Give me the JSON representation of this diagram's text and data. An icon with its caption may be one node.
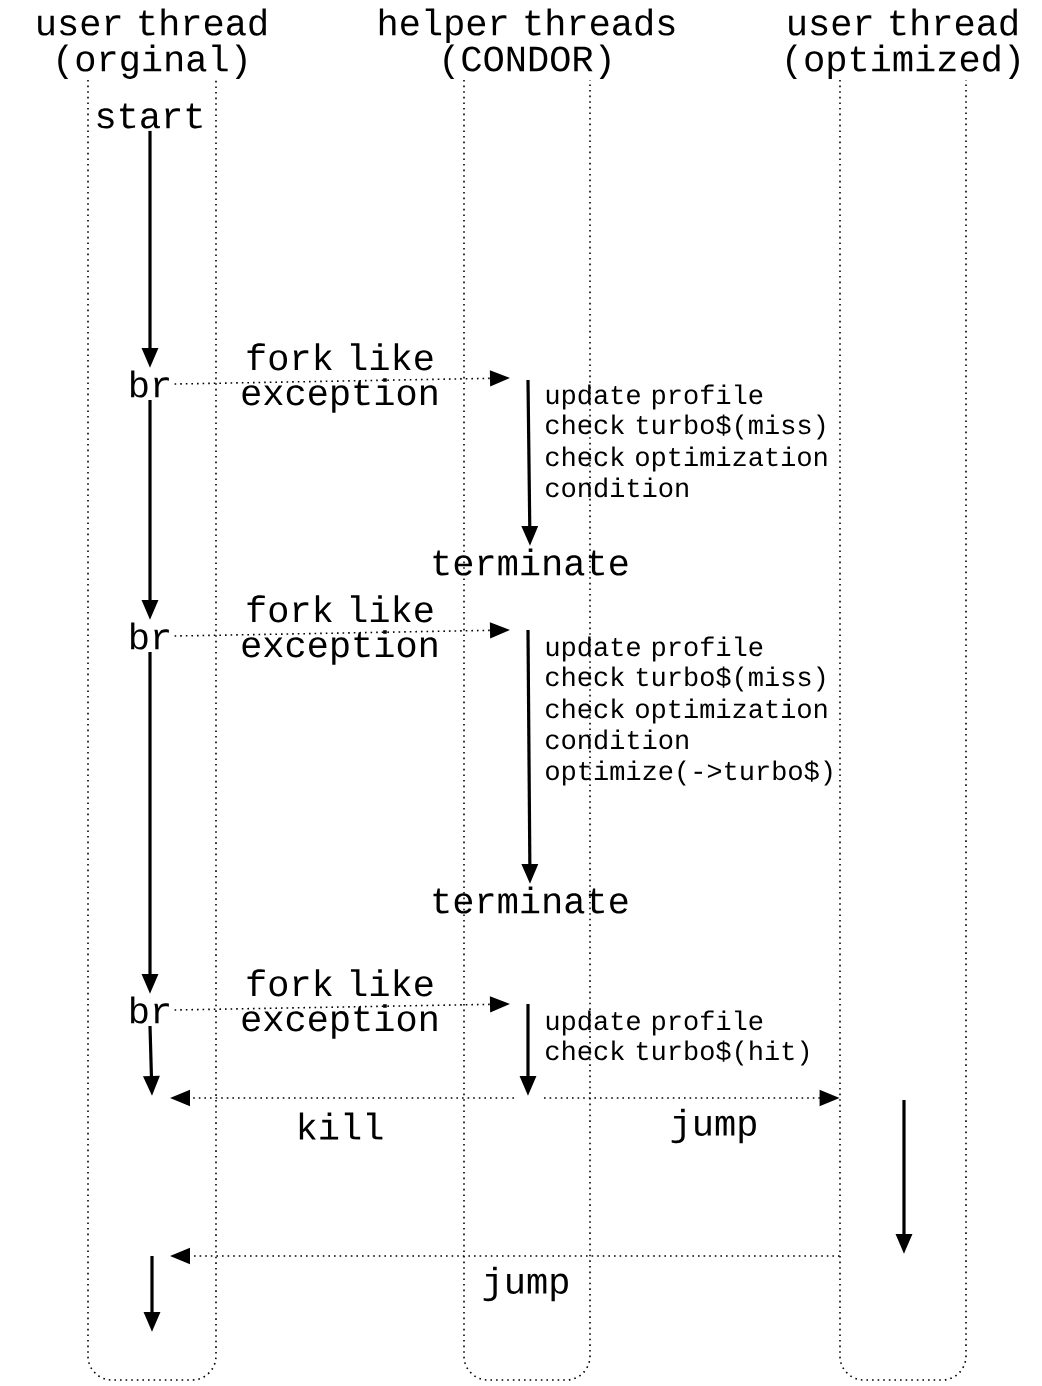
{
  "diagram": {
    "nodes": [
      {
        "text": [
          "user thread (orginal)"
        ]
      },
      {
        "text": [
          "helper threads (CONDOR)"
        ]
      },
      {
        "text": [
          "user thread (optimized)"
        ]
      },
      {
        "text": [
          "start"
        ],
        "in": 0
      },
      {
        "text": [
          "br"
        ],
        "in": 0
      },
      {
        "text": [
          "br"
        ],
        "in": 0
      },
      {
        "text": [
          "br"
        ],
        "in": 0
      },
      {
        "text": [
          "terminate"
        ],
        "in": 1
      },
      {
        "text": [
          "terminate"
        ],
        "in": 1
      }
    ],
    "edges": [
      {
        "from": 3,
        "to": 4,
        "arrow": "to"
      },
      {
        "from": 4,
        "to": 5,
        "arrow": "to"
      },
      {
        "from": 5,
        "to": 6,
        "arrow": "to"
      },
      {
        "from": 4,
        "to": null,
        "arrow": "to",
        "style": "dashed",
        "label": "fork like exception"
      },
      {
        "from": null,
        "to": 7,
        "arrow": "to"
      },
      {
        "from": 5,
        "to": null,
        "arrow": "to",
        "style": "dashed",
        "label": "fork like exception"
      },
      {
        "from": null,
        "to": 8,
        "arrow": "to"
      },
      {
        "from": 6,
        "to": null,
        "arrow": "to",
        "style": "dashed",
        "label": "fork like exception"
      },
      {
        "from": 6,
        "to": null,
        "arrow": "to"
      },
      {
        "from": null,
        "to": 2,
        "arrow": "to",
        "style": "dashed",
        "label": "jump"
      },
      {
        "from": 2,
        "to": null,
        "arrow": "to",
        "style": "dashed",
        "label": "jump"
      }
    ],
    "labels": [
      "update profile",
      "check turbo$(miss)",
      "check optimization condition",
      "update profile",
      "check turbo$(miss)",
      "check optimization condition",
      "optimize(->turbo$)",
      "update profile",
      "check turbo$(hit)",
      "kill"
    ]
  }
}
